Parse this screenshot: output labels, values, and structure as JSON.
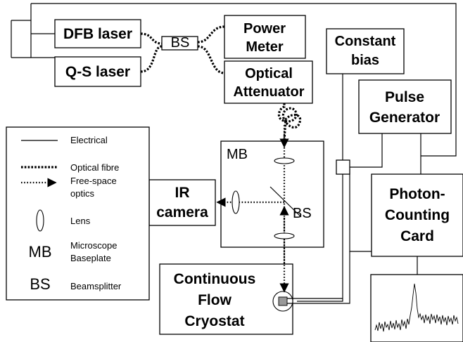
{
  "boxes": {
    "dfb_laser": "DFB laser",
    "qs_laser": "Q-S laser",
    "bs_coupler": "BS",
    "power_meter": [
      "Power",
      "Meter"
    ],
    "optical_attenuator": [
      "Optical",
      "Attenuator"
    ],
    "constant_bias": [
      "Constant",
      "bias"
    ],
    "pulse_generator": [
      "Pulse",
      "Generator"
    ],
    "photon_counting_card": [
      "Photon-",
      "Counting",
      "Card"
    ],
    "ir_camera": [
      "IR",
      "camera"
    ],
    "microscope_baseplate": "MB",
    "beamsplitter_in_mb": "BS",
    "cryostat": [
      "Continuous",
      "Flow",
      "Cryostat"
    ]
  },
  "legend": {
    "electrical": "Electrical",
    "optical_fibre": "Optical fibre",
    "free_space": [
      "Free-space",
      "optics"
    ],
    "lens": "Lens",
    "mb_symbol": "MB",
    "mb_desc": [
      "Microscope",
      "Baseplate"
    ],
    "bs_symbol": "BS",
    "bs_desc": "Beamsplitter"
  }
}
